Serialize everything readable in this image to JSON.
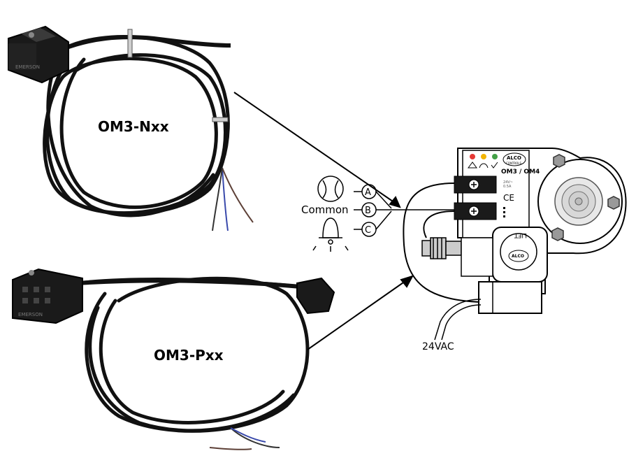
{
  "cables": {
    "top": {
      "label": "OM3-Nxx",
      "connector_brand": "EMERSON"
    },
    "bottom": {
      "label": "OM3-Pxx",
      "connector_brand": "EMERSON"
    }
  },
  "wiring": {
    "terminals": [
      {
        "letter": "A",
        "icon": "compressor-icon"
      },
      {
        "letter": "B",
        "icon": "common-wire",
        "name": "Common"
      },
      {
        "letter": "C",
        "icon": "alarm-bell-icon"
      }
    ],
    "power_label": "24VAC"
  },
  "device": {
    "model_label": "OM3 / OM4",
    "brand_badge": "ALCO",
    "brand_sub": "CONTROLS",
    "ce_mark": "CE",
    "lift_mark": "LIFT",
    "spec_text_1": "24V~",
    "spec_text_2": "0.5A",
    "led_colors": [
      "#e53935",
      "#f2b400",
      "#43a047"
    ]
  }
}
